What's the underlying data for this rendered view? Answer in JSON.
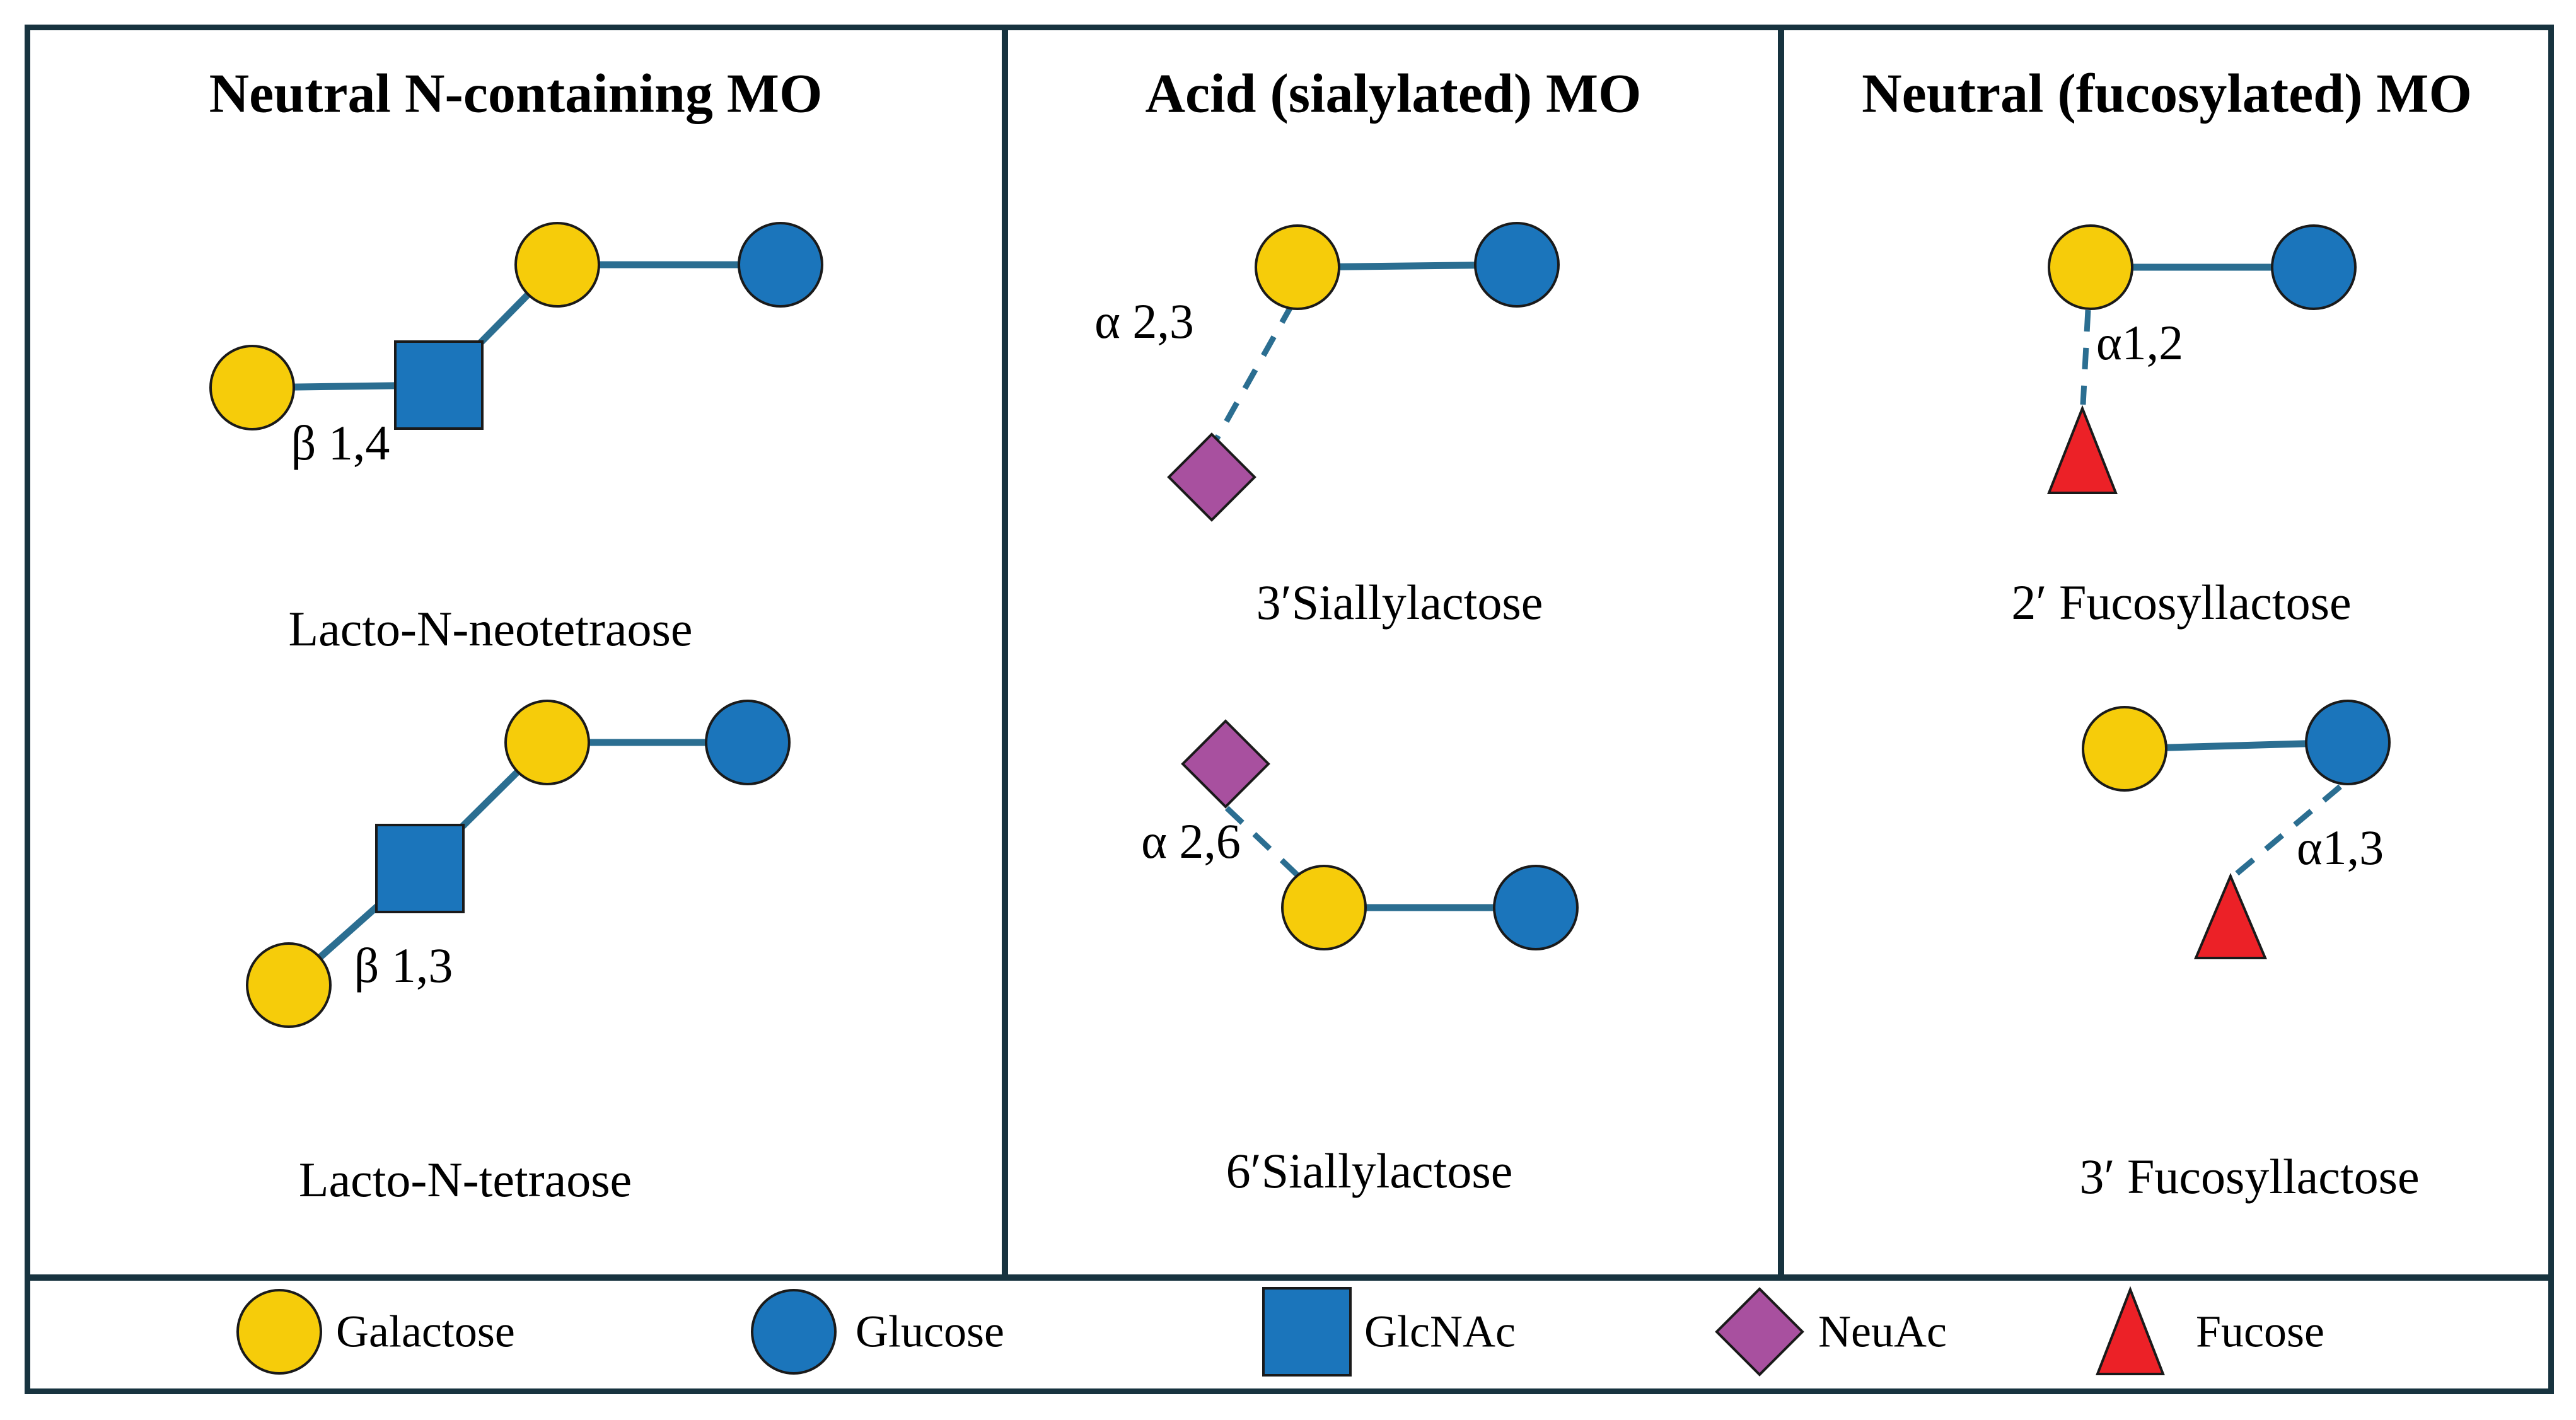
{
  "palette": {
    "galactose": "#F6CC0A",
    "glucose": "#1B75BB",
    "glcnac": "#1B75BB",
    "neuac": "#A8509F",
    "fucose": "#EC2127",
    "link": "#2B6E91",
    "border": "#17333F",
    "outline": "#1A1A1A",
    "text": "#000000"
  },
  "panels": [
    {
      "title": "Neutral N-containing MO",
      "structures": [
        {
          "name": "Lacto-N-neotetraose",
          "linkage_label": "β 1,4",
          "chain": [
            "Galactose",
            "GlcNAc",
            "Galactose",
            "Glucose"
          ],
          "link_styles": [
            "solid",
            "solid",
            "solid"
          ]
        },
        {
          "name": "Lacto-N-tetraose",
          "linkage_label": "β 1,3",
          "chain": [
            "Galactose",
            "GlcNAc",
            "Galactose",
            "Glucose"
          ],
          "link_styles": [
            "solid",
            "solid",
            "solid"
          ]
        }
      ]
    },
    {
      "title": "Acid (sialylated) MO",
      "structures": [
        {
          "name": "3′Siallylactose",
          "linkage_label": "α 2,3",
          "chain": [
            "NeuAc",
            "Galactose",
            "Glucose"
          ],
          "link_styles": [
            "dashed",
            "solid"
          ]
        },
        {
          "name": "6′Siallylactose",
          "linkage_label": "α 2,6",
          "chain": [
            "NeuAc",
            "Galactose",
            "Glucose"
          ],
          "link_styles": [
            "dashed",
            "solid"
          ]
        }
      ]
    },
    {
      "title": "Neutral (fucosylated) MO",
      "structures": [
        {
          "name": "2′ Fucosyllactose",
          "linkage_label": "α1,2",
          "chain": [
            "Fucose",
            "Galactose",
            "Glucose"
          ],
          "link_styles": [
            "dashed",
            "solid"
          ]
        },
        {
          "name": "3′ Fucosyllactose",
          "linkage_label": "α1,3",
          "chain": [
            "Fucose",
            "Glucose",
            "Galactose"
          ],
          "link_styles": [
            "dashed",
            "solid"
          ]
        }
      ]
    }
  ],
  "legend": {
    "items": [
      {
        "shape": "circle",
        "color": "galactose",
        "label": "Galactose"
      },
      {
        "shape": "circle",
        "color": "glucose",
        "label": "Glucose"
      },
      {
        "shape": "square",
        "color": "glcnac",
        "label": "GlcNAc"
      },
      {
        "shape": "diamond",
        "color": "neuac",
        "label": "NeuAc"
      },
      {
        "shape": "triangle",
        "color": "fucose",
        "label": "Fucose"
      }
    ]
  }
}
